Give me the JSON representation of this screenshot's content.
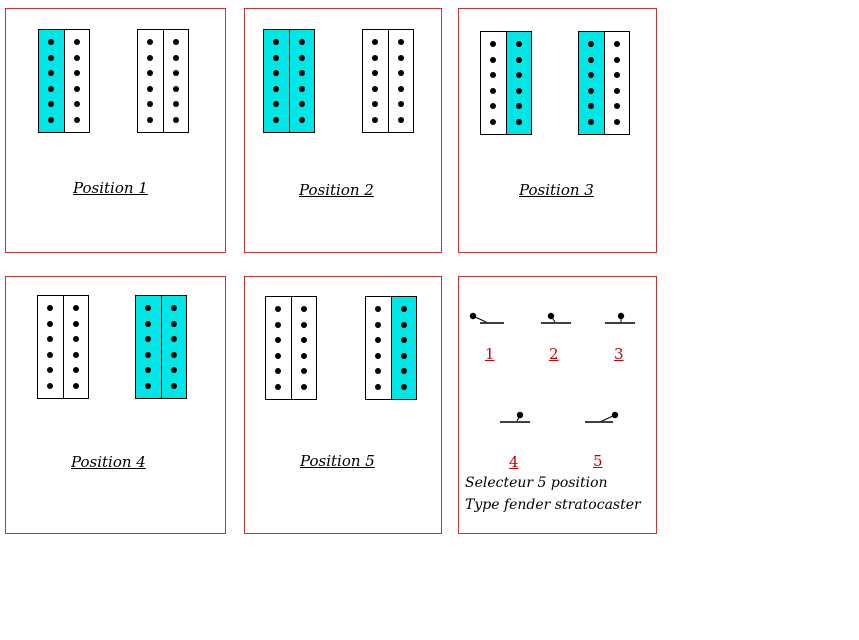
{
  "accent_color": "#00e5e5",
  "panels": [
    {
      "label": "Position 1",
      "pickups": [
        [
          true,
          false
        ],
        [
          false,
          false
        ]
      ]
    },
    {
      "label": "Position 2",
      "pickups": [
        [
          true,
          true
        ],
        [
          false,
          false
        ]
      ]
    },
    {
      "label": "Position 3",
      "pickups": [
        [
          false,
          true
        ],
        [
          true,
          false
        ]
      ]
    },
    {
      "label": "Position 4",
      "pickups": [
        [
          false,
          false
        ],
        [
          true,
          true
        ]
      ]
    },
    {
      "label": "Position 5",
      "pickups": [
        [
          false,
          false
        ],
        [
          false,
          true
        ]
      ]
    }
  ],
  "selector": {
    "numbers": [
      "1",
      "2",
      "3",
      "4",
      "5"
    ],
    "caption_line1": "Selecteur 5 position",
    "caption_line2": "Type fender stratocaster"
  }
}
